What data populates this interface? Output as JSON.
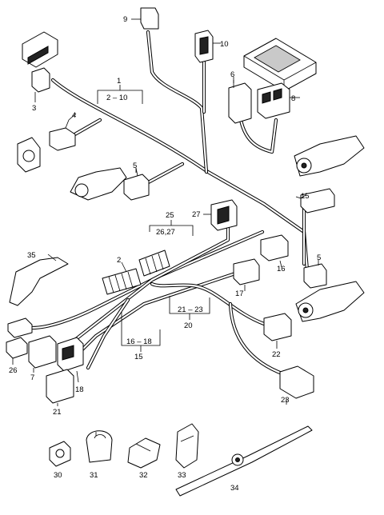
{
  "callouts": {
    "n1": "1",
    "n2_10": "2 – 10",
    "n2": "2",
    "n3": "3",
    "n4": "4",
    "n5a": "5",
    "n5b": "5",
    "n6": "6",
    "n7": "7",
    "n8": "8",
    "n9": "9",
    "n10": "10",
    "n15a": "15",
    "n15b": "15",
    "n16a": "16",
    "n16_18": "16 – 18",
    "n17": "17",
    "n18": "18",
    "n20": "20",
    "n21a": "21",
    "n21_23": "21 – 23",
    "n22": "22",
    "n23": "23",
    "n25": "25",
    "n26": "26",
    "n26_27": "26,27",
    "n27": "27",
    "n30": "30",
    "n31": "31",
    "n32": "32",
    "n33": "33",
    "n34": "34",
    "n35": "35"
  }
}
